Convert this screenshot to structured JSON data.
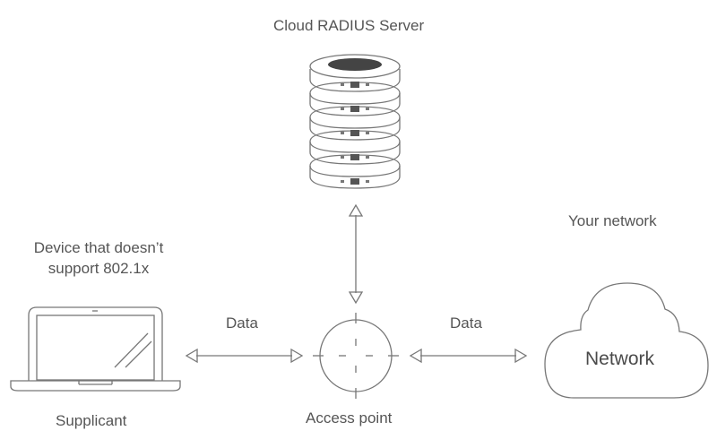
{
  "labels": {
    "server": "Cloud RADIUS Server",
    "your_network": "Your network",
    "device_line1": "Device that doesn’t",
    "device_line2": "support 802.1x",
    "data_left": "Data",
    "data_right": "Data",
    "network": "Network",
    "supplicant": "Supplicant",
    "access_point": "Access point"
  },
  "icons": {
    "server": "server-stack-icon",
    "laptop": "laptop-icon",
    "access_point": "access-point-icon",
    "cloud": "cloud-icon"
  },
  "colors": {
    "line": "#777777",
    "text": "#555555",
    "server_top": "#444444"
  }
}
